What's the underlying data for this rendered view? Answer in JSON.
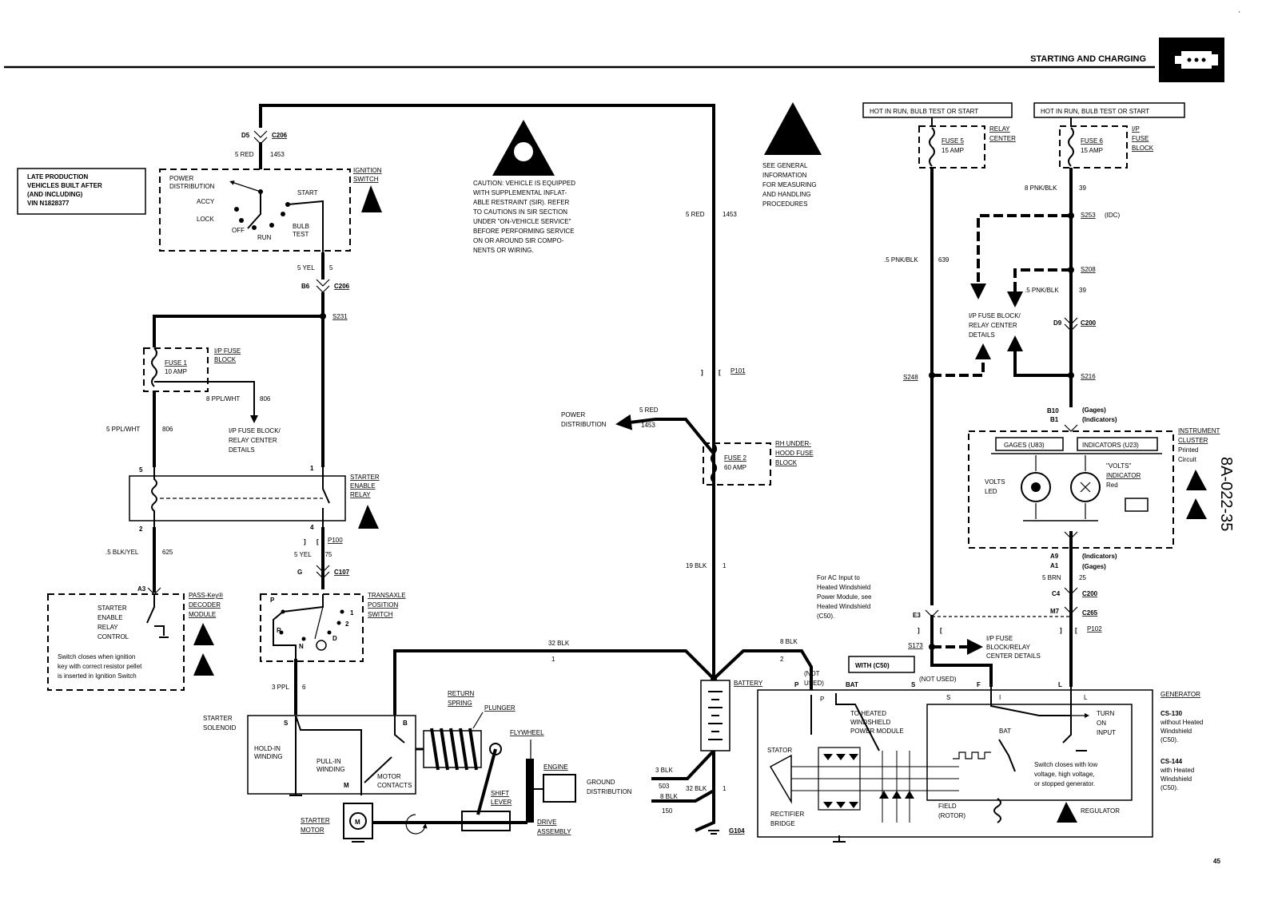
{
  "header": {
    "title": "STARTING AND CHARGING",
    "page_number": "45",
    "side_code": "8A-022-35"
  },
  "notes": {
    "late_production": [
      "LATE PRODUCTION",
      "VEHICLES BUILT AFTER",
      "(AND INCLUDING)",
      "VIN N1828377"
    ],
    "caution": [
      "CAUTION: VEHICLE IS EQUIPPED",
      "WITH SUPPLEMENTAL INFLAT-",
      "ABLE RESTRAINT (SIR). REFER",
      "TO CAUTIONS IN SIR SECTION",
      "UNDER \"ON-VEHICLE SERVICE\"",
      "BEFORE PERFORMING SERVICE",
      "ON OR AROUND SIR COMPO-",
      "NENTS OR WIRING."
    ],
    "esd": [
      "SEE GENERAL",
      "INFORMATION",
      "FOR MEASURING",
      "AND HANDLING",
      "PROCEDURES"
    ],
    "ac_input": [
      "For AC Input to",
      "Heated Windshield",
      "Power Module, see",
      "Heated Windshield",
      "(C50)."
    ],
    "pass_key_switch": [
      "Switch closes when ignition",
      "key with correct resistor pellet",
      "is inserted in Ignition Switch"
    ],
    "regulator_switch": [
      "Switch closes with low",
      "voltage, high voltage,",
      "or stopped generator."
    ]
  },
  "ignition": {
    "title": [
      "IGNITION",
      "SWITCH"
    ],
    "power_dist": [
      "POWER",
      "DISTRIBUTION"
    ],
    "accy": "ACCY",
    "lock": "LOCK",
    "off": "OFF",
    "run": "RUN",
    "start": "START",
    "bulb": [
      "BULB",
      "TEST"
    ]
  },
  "starter_relay": {
    "title": [
      "STARTER",
      "ENABLE",
      "RELAY"
    ]
  },
  "fuse1": {
    "name": "FUSE 1",
    "rating": "10 AMP",
    "block": [
      "I/P FUSE",
      "BLOCK"
    ]
  },
  "ip_details": [
    "I/P FUSE BLOCK/",
    "RELAY CENTER",
    "DETAILS"
  ],
  "pass_key": {
    "title": [
      "PASS-Key®",
      "DECODER",
      "MODULE"
    ],
    "relay_control": [
      "STARTER",
      "ENABLE",
      "RELAY",
      "CONTROL"
    ]
  },
  "transaxle": {
    "title": [
      "TRANSAXLE",
      "POSITION",
      "SWITCH"
    ],
    "p": "P",
    "r": "R",
    "n": "N",
    "d": "D",
    "two": "2",
    "one": "1"
  },
  "starter": {
    "solenoid": [
      "STARTER",
      "SOLENOID"
    ],
    "hold_in": [
      "HOLD-IN",
      "WINDING"
    ],
    "pull_in": [
      "PULL-IN",
      "WINDING"
    ],
    "contacts": [
      "MOTOR",
      "CONTACTS"
    ],
    "return_spring": [
      "RETURN",
      "SPRING"
    ],
    "plunger": "PLUNGER",
    "flywheel": "FLYWHEEL",
    "engine": "ENGINE",
    "shift_lever": [
      "SHIFT",
      "LEVER"
    ],
    "drive_assembly": [
      "DRIVE",
      "ASSEMBLY"
    ],
    "motor": [
      "STARTER",
      "MOTOR"
    ],
    "s": "S",
    "b": "B",
    "m": "M"
  },
  "fuse2": {
    "name": "FUSE 2",
    "rating": "60 AMP",
    "block": [
      "RH UNDER-",
      "HOOD FUSE",
      "BLOCK"
    ]
  },
  "power_dist": [
    "POWER",
    "DISTRIBUTION"
  ],
  "ground_dist": [
    "GROUND",
    "DISTRIBUTION"
  ],
  "battery": "BATTERY",
  "hot_labels": [
    "HOT IN RUN, BULB TEST OR START",
    "HOT IN RUN, BULB TEST OR START"
  ],
  "fuse5": {
    "name": "FUSE 5",
    "rating": "15 AMP",
    "block": [
      "RELAY",
      "CENTER"
    ]
  },
  "fuse6": {
    "name": "FUSE 6",
    "rating": "15 AMP",
    "block": [
      "I/P",
      "FUSE",
      "BLOCK"
    ]
  },
  "cluster": {
    "title": [
      "INSTRUMENT",
      "CLUSTER"
    ],
    "printed": [
      "Printed",
      "Circuit"
    ],
    "gages": "GAGES (U83)",
    "indicators": "INDICATORS (U23)",
    "volts_led": [
      "VOLTS",
      "LED"
    ],
    "volts_ind": [
      "\"VOLTS\"",
      "INDICATOR"
    ],
    "red": "Red"
  },
  "generator": {
    "title": "GENERATOR",
    "cs130": [
      "CS-130",
      "without Heated",
      "Windshield",
      "(C50)."
    ],
    "cs144": [
      "CS-144",
      "with Heated",
      "Windshield",
      "(C50)."
    ],
    "with_c50": "WITH (C50)",
    "not_used_p": [
      "(NOT",
      "USED)"
    ],
    "not_used_s": "(NOT USED)",
    "bat": "BAT",
    "to_heated": [
      "TO HEATED",
      "WINDSHIELD",
      "POWER MODULE"
    ],
    "stator": "STATOR",
    "rectifier": [
      "RECTIFIER",
      "BRIDGE"
    ],
    "field": [
      "FIELD",
      "(ROTOR)"
    ],
    "regulator": "REGULATOR",
    "turn_on": [
      "TURN",
      "ON",
      "INPUT"
    ],
    "reg_bat": "BAT",
    "p": "P",
    "s": "S",
    "f": "F",
    "l": "L",
    "i": "I"
  },
  "connectors": {
    "d5": "D5",
    "c206a": "C206",
    "b6": "B6",
    "c206b": "C206",
    "s231": "S231",
    "p100": "P100",
    "g": "G",
    "c107": "C107",
    "a3": "A3",
    "p101": "P101",
    "g104": "G104",
    "s253": "S253",
    "idc": "(IDC)",
    "s208": "S208",
    "d9": "D9",
    "c200a": "C200",
    "s248": "S248",
    "s216": "S216",
    "b10": "B10",
    "b1": "B1",
    "gages_lbl": "(Gages)",
    "ind_lbl": "(Indicators)",
    "a9": "A9",
    "a1": "A1",
    "ind_lbl2": "(Indicators)",
    "gages_lbl2": "(Gages)",
    "c4": "C4",
    "c200b": "C200",
    "m7": "M7",
    "c265": "C265",
    "e3": "E3",
    "s173": "S173",
    "p102": "P102",
    "ip_details2": [
      "I/P FUSE",
      "BLOCK/RELAY",
      "CENTER DETAILS"
    ],
    "pin5": "5",
    "pin1": "1",
    "pin2": "2",
    "pin4": "4"
  },
  "wires": {
    "w1": [
      "5 RED",
      "1453"
    ],
    "w2": [
      "5 YEL",
      "5"
    ],
    "w3": [
      "5 RED",
      "1453"
    ],
    "w4": [
      "8 PPL/WHT",
      "806"
    ],
    "w5": [
      "5 PPL/WHT",
      "806"
    ],
    "w6": [
      ".5 BLK/YEL",
      "625"
    ],
    "w7": [
      "5 YEL",
      "575"
    ],
    "w8": [
      "3 PPL",
      "6"
    ],
    "w9": [
      "32 BLK",
      "1"
    ],
    "w10": [
      "19 BLK",
      "1"
    ],
    "w11": [
      "5 RED",
      "1453"
    ],
    "w12": [
      "8 BLK",
      "2"
    ],
    "w13": [
      "3 BLK",
      "503"
    ],
    "w14": [
      "8 BLK",
      "150"
    ],
    "w15": "32 BLK",
    "w15b": "1",
    "w16": [
      ".5 PNK/BLK",
      "639"
    ],
    "w17": [
      "8 PNK/BLK",
      "39"
    ],
    "w18": [
      ".5 PNK/BLK",
      "39"
    ],
    "w19": [
      "5 BRN",
      "25"
    ]
  }
}
